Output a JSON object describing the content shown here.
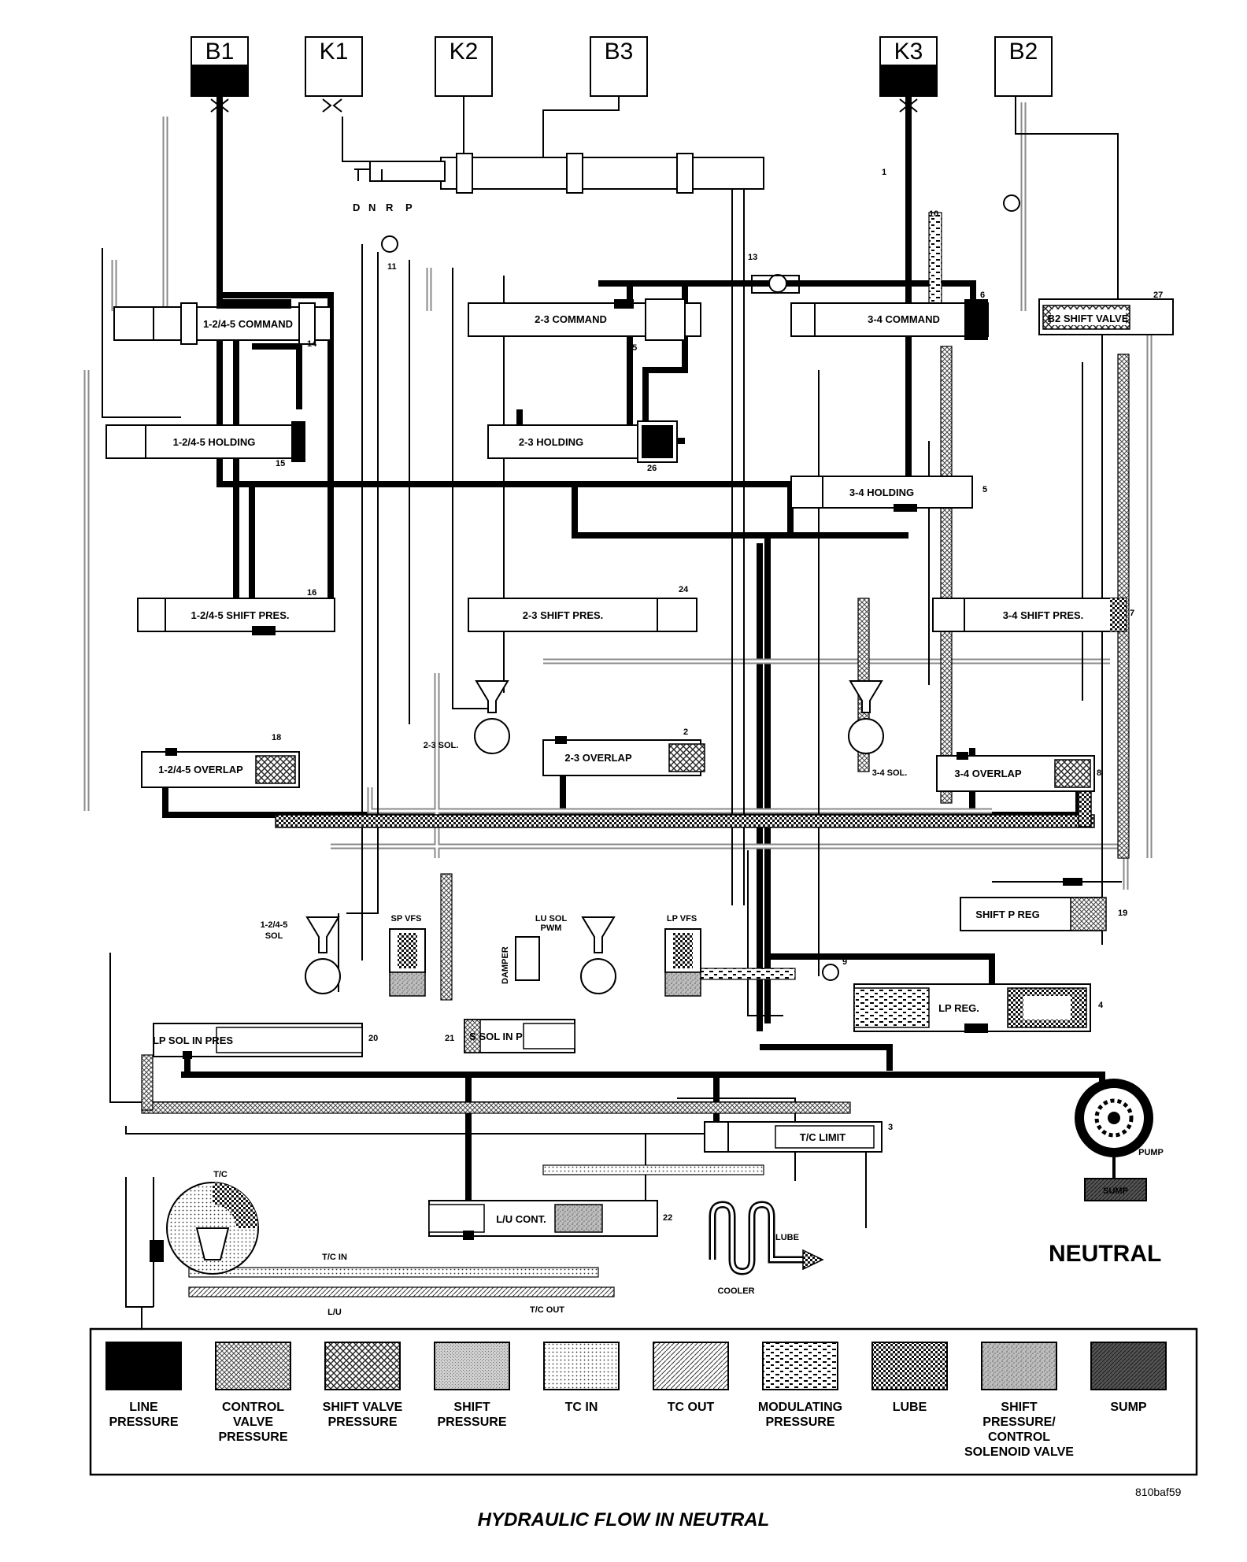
{
  "clutches": [
    "B1",
    "K1",
    "K2",
    "B3",
    "K3",
    "B2"
  ],
  "selector_positions": [
    "D",
    "N",
    "R",
    "P"
  ],
  "valves": {
    "cmd_1245": "1-2/4-5 COMMAND",
    "cmd_23": "2-3 COMMAND",
    "cmd_34": "3-4 COMMAND",
    "b2_shift": "B2 SHIFT VALVE",
    "hold_1245": "1-2/4-5 HOLDING",
    "hold_23": "2-3 HOLDING",
    "hold_34": "3-4 HOLDING",
    "shift_1245": "1-2/4-5 SHIFT PRES.",
    "shift_23": "2-3 SHIFT PRES.",
    "shift_34": "3-4 SHIFT PRES.",
    "overlap_1245": "1-2/4-5 OVERLAP",
    "overlap_23": "2-3 OVERLAP",
    "overlap_34": "3-4 OVERLAP",
    "shift_p_reg": "SHIFT P REG",
    "lp_reg": "LP REG.",
    "lp_sol_in": "LP SOL IN PRES",
    "s_sol_in": "S SOL IN P",
    "tc_limit": "T/C LIMIT",
    "lu_cont": "L/U CONT."
  },
  "solenoids": {
    "sol_23": "2-3 SOL.",
    "sol_34": "3-4 SOL.",
    "sol_1245_a": "1-2/4-5",
    "sol_1245_b": "SOL",
    "sp_vfs": "SP VFS",
    "lu_sol_a": "LU SOL",
    "lu_sol_b": "PWM",
    "lp_vfs": "LP VFS",
    "damper": "DAMPER"
  },
  "callouts": [
    "1",
    "2",
    "3",
    "4",
    "5",
    "6",
    "7",
    "8",
    "9",
    "10",
    "11",
    "13",
    "14",
    "15",
    "16",
    "18",
    "19",
    "20",
    "21",
    "22",
    "24",
    "25",
    "26",
    "27"
  ],
  "labels": {
    "tc": "T/C",
    "tc_in": "T/C IN",
    "tc_out": "T/C OUT",
    "lu": "L/U",
    "cooler": "COOLER",
    "lube": "LUBE",
    "pump": "PUMP",
    "sump": "SUMP"
  },
  "mode": "NEUTRAL",
  "legend": [
    {
      "lines": [
        "LINE",
        "PRESSURE"
      ],
      "pattern": "solid"
    },
    {
      "lines": [
        "CONTROL",
        "VALVE",
        "PRESSURE"
      ],
      "pattern": "crosshatch"
    },
    {
      "lines": [
        "SHIFT VALVE",
        "PRESSURE"
      ],
      "pattern": "diagcross"
    },
    {
      "lines": [
        "SHIFT",
        "PRESSURE"
      ],
      "pattern": "finegray"
    },
    {
      "lines": [
        "TC IN"
      ],
      "pattern": "dots"
    },
    {
      "lines": [
        "TC OUT"
      ],
      "pattern": "diagonal"
    },
    {
      "lines": [
        "MODULATING",
        "PRESSURE"
      ],
      "pattern": "dashes"
    },
    {
      "lines": [
        "LUBE"
      ],
      "pattern": "checker"
    },
    {
      "lines": [
        "SHIFT",
        "PRESSURE/",
        "CONTROL",
        "SOLENOID VALVE"
      ],
      "pattern": "speckle"
    },
    {
      "lines": [
        "SUMP"
      ],
      "pattern": "darkhatch"
    }
  ],
  "code": "810baf59",
  "caption": "HYDRAULIC FLOW IN NEUTRAL"
}
